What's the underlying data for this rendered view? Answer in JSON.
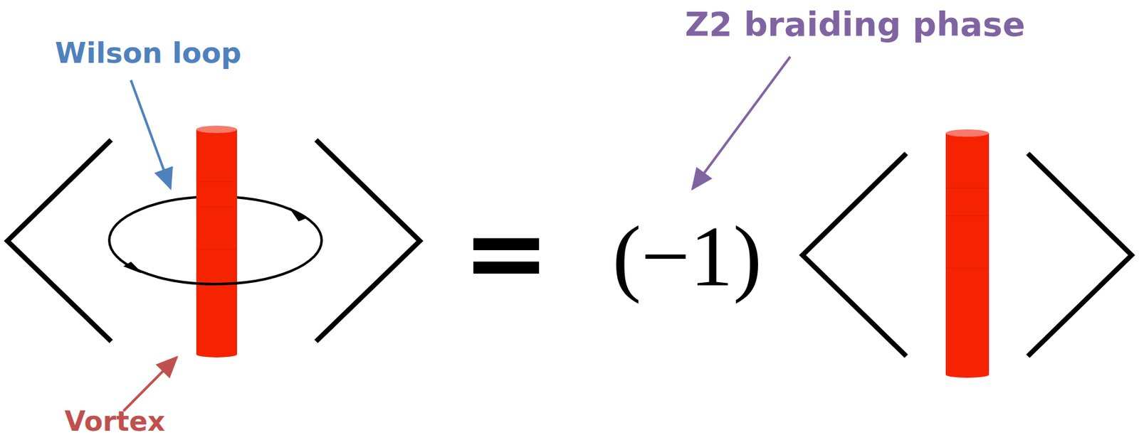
{
  "diagram": {
    "labels": [
      "Wilson loop",
      "Vortex",
      "Z2 braiding phase",
      "=",
      "(−1)"
    ]
  }
}
